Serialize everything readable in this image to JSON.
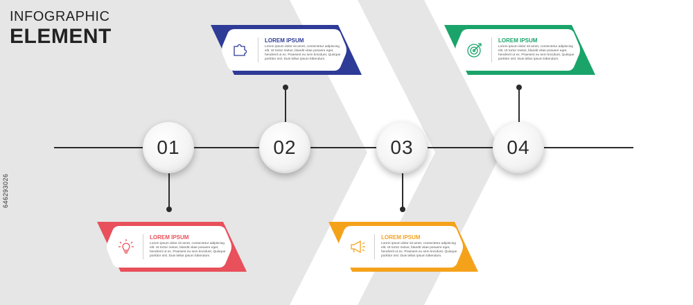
{
  "header": {
    "line1": "INFOGRAPHIC",
    "line2": "ELEMENT"
  },
  "steps": [
    {
      "number": "01"
    },
    {
      "number": "02"
    },
    {
      "number": "03"
    },
    {
      "number": "04"
    }
  ],
  "cards": [
    {
      "step": "01",
      "color": "#e8505b",
      "icon": "lightbulb-icon",
      "title": "LOREM IPSUM",
      "body": "Lorem ipsum dolor sit amet, consectetur adipiscing elit. Ut tortor metus, blandit vitae posuere eget, hendrerit ut ex. Praesent eu sem tincidunt, Quisque porttitor nisl. Duis tellus ipsum bibendum."
    },
    {
      "step": "02",
      "color": "#2e3b97",
      "icon": "puzzle-icon",
      "title": "LOREM IPSUM",
      "body": "Lorem ipsum dolor sit amet, consectetur adipiscing elit. Ut tortor metus, blandit vitae posuere eget, hendrerit ut ex. Praesent eu sem tincidunt, Quisque porttitor nisl. Duis tellus ipsum bibendum."
    },
    {
      "step": "03",
      "color": "#f5a21b",
      "icon": "megaphone-icon",
      "title": "LOREM IPSUM",
      "body": "Lorem ipsum dolor sit amet, consectetur adipiscing elit. Ut tortor metus, blandit vitae posuere eget, hendrerit ut ex. Praesent eu sem tincidunt, Quisque porttitor nisl. Duis tellus ipsum bibendum."
    },
    {
      "step": "04",
      "color": "#1aa46a",
      "icon": "target-icon",
      "title": "LOREM IPSUM",
      "body": "Lorem ipsum dolor sit amet, consectetur adipiscing elit. Ut tortor metus, blandit vitae posuere eget, hendrerit ut ex. Praesent eu sem tincidunt, Quisque porttitor nisl. Duis tellus ipsum bibendum."
    }
  ],
  "watermark": {
    "id": "646293026"
  },
  "colors": {
    "line": "#2b2b2b",
    "background_band": "#e6e6e6"
  }
}
